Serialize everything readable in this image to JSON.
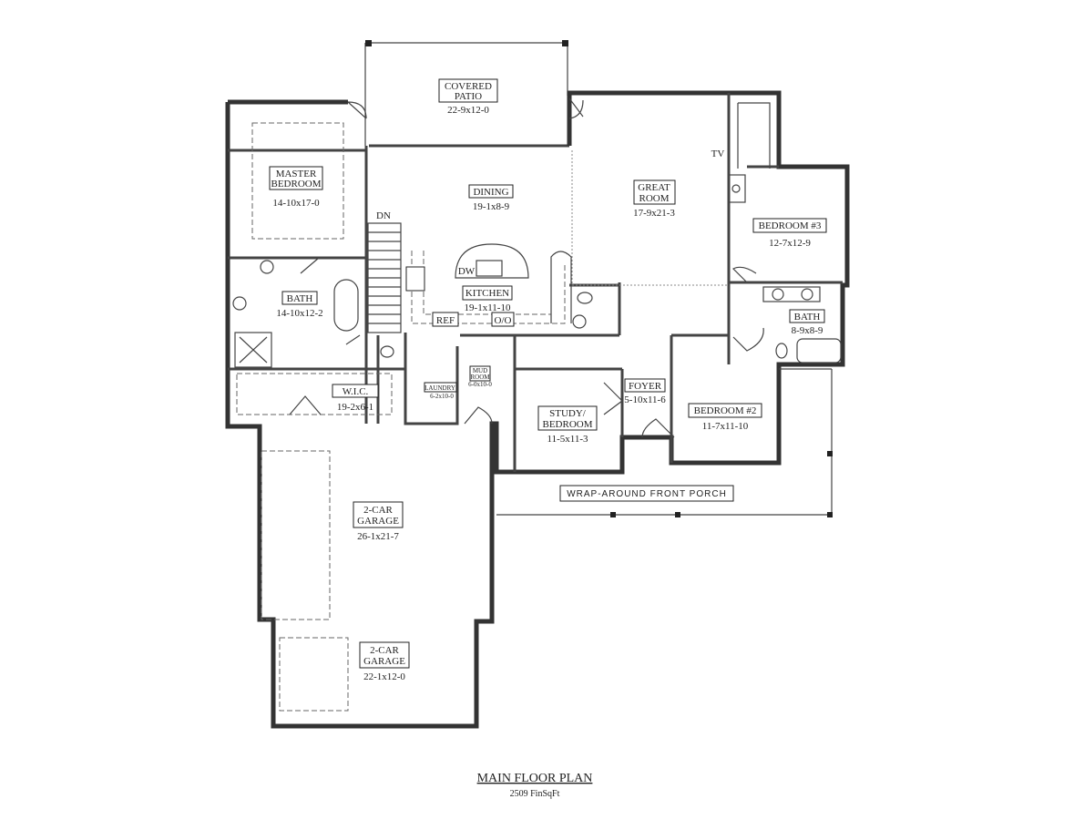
{
  "plan": {
    "title": "MAIN FLOOR PLAN",
    "area": "2509 FinSqFt"
  },
  "rooms": {
    "patio": {
      "name1": "COVERED",
      "name2": "PATIO",
      "dims": "22-9x12-0"
    },
    "master": {
      "name1": "MASTER",
      "name2": "BEDROOM",
      "dims": "14-10x17-0"
    },
    "dining": {
      "name": "DINING",
      "dims": "19-1x8-9"
    },
    "great": {
      "name1": "GREAT",
      "name2": "ROOM",
      "dims": "17-9x21-3"
    },
    "bed3": {
      "name": "BEDROOM #3",
      "dims": "12-7x12-9"
    },
    "kitchen": {
      "name": "KITCHEN",
      "dims": "19-1x11-10"
    },
    "bath_master": {
      "name": "BATH",
      "dims": "14-10x12-2"
    },
    "bath2": {
      "name": "BATH",
      "dims": "8-9x8-9"
    },
    "wic": {
      "name": "W.I.C.",
      "dims": "19-2x6-1"
    },
    "laundry": {
      "name": "LAUNDRY",
      "dims": "6-2x10-0"
    },
    "mud": {
      "name1": "MUD",
      "name2": "ROOM",
      "dims": "6-0x10-0"
    },
    "foyer": {
      "name": "FOYER",
      "dims": "5-10x11-6"
    },
    "study": {
      "name1": "STUDY/",
      "name2": "BEDROOM",
      "dims": "11-5x11-3"
    },
    "bed2": {
      "name": "BEDROOM #2",
      "dims": "11-7x11-10"
    },
    "porch": {
      "name": "WRAP-AROUND FRONT PORCH"
    },
    "garage1": {
      "name1": "2-CAR",
      "name2": "GARAGE",
      "dims": "26-1x21-7"
    },
    "garage2": {
      "name1": "2-CAR",
      "name2": "GARAGE",
      "dims": "22-1x12-0"
    }
  },
  "fixtures": {
    "dn": "DN",
    "tv": "TV",
    "dw": "DW",
    "ref": "REF",
    "oven": "O/O"
  }
}
